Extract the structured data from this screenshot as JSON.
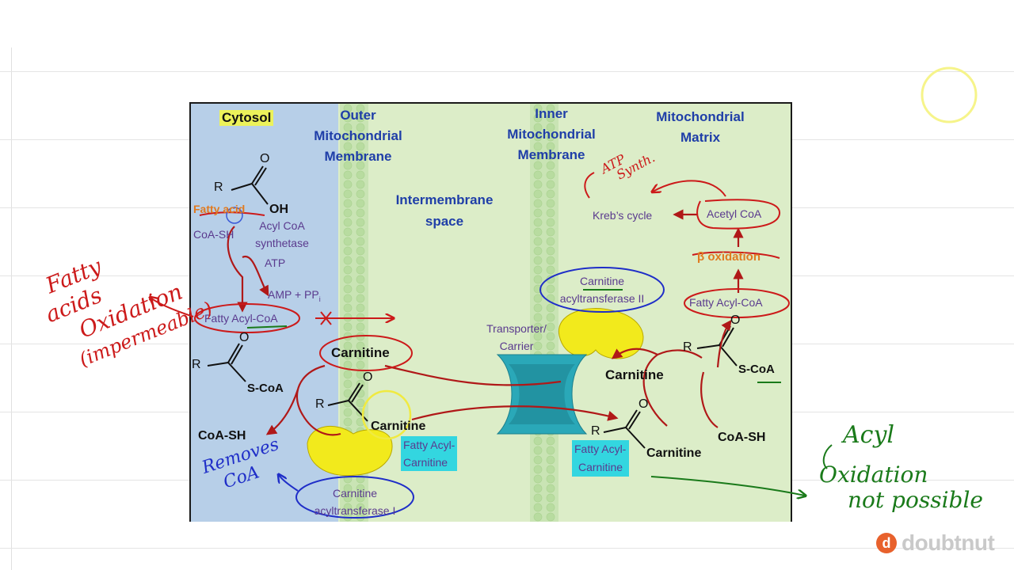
{
  "regions": {
    "cytosol": "Cytosol",
    "outer_membrane": [
      "Outer",
      "Mitochondrial",
      "Membrane"
    ],
    "intermembrane": [
      "Intermembrane",
      "space"
    ],
    "inner_membrane": [
      "Inner",
      "Mitochondrial",
      "Membrane"
    ],
    "matrix": [
      "Mitochondrial",
      "Matrix"
    ]
  },
  "cytosol": {
    "r_group": "R",
    "carbonyl_o": "O",
    "oh": "OH",
    "fatty_acid": "Fatty acid",
    "coa_sh_top": "CoA-SH",
    "enzyme1": [
      "Acyl CoA",
      "synthetase"
    ],
    "atp": "ATP",
    "amp_ppi": "AMP + PP",
    "ppi_sub": "i",
    "fatty_acyl_coa": "Fatty Acyl-CoA",
    "r_group_2": "R",
    "carbonyl_o_2": "O",
    "s_coa": "S-CoA",
    "coa_sh_bottom": "CoA-SH"
  },
  "outer_transfer": {
    "carnitine": "Carnitine",
    "r_group": "R",
    "carbonyl_o": "O",
    "carnitine_bound": "Carnitine",
    "fatty_acyl_carnitine": [
      "Fatty Acyl-",
      "Carnitine"
    ],
    "enzyme": [
      "Carnitine",
      "acyltransferase I"
    ]
  },
  "transporter": [
    "Transporter/",
    "Carrier"
  ],
  "inner_transfer": {
    "enzyme": [
      "Carnitine",
      "acyltransferase II"
    ],
    "carnitine": "Carnitine",
    "r_group": "R",
    "carbonyl_o": "O",
    "carnitine_bound": "Carnitine",
    "fatty_acyl_carnitine": [
      "Fatty Acyl-",
      "Carnitine"
    ]
  },
  "matrix": {
    "r_group": "R",
    "carbonyl_o": "O",
    "s_coa": "S-CoA",
    "coa_sh": "CoA-SH",
    "fatty_acyl_coa": "Fatty Acyl-CoA",
    "beta_oxidation": "β oxidation",
    "acetyl_coa": "Acetyl CoA",
    "krebs": "Kreb’s cycle"
  },
  "handwritten": {
    "left_note": [
      "Fatty",
      "acids",
      "Oxidation",
      "(impermeable)"
    ],
    "removes_coa": [
      "Removes",
      "CoA"
    ],
    "atp_synth": [
      "ATP",
      "Synth."
    ],
    "acyl": "Acyl",
    "oxidation_not_possible": [
      "Oxidation",
      "not possible"
    ]
  },
  "watermark": {
    "mark": "d",
    "word": "doubtnut"
  },
  "colors": {
    "cytosol_bg": "#b7cfe8",
    "membrane_bg": "#dcedc8",
    "label_blue": "#1f3ea8",
    "enzyme_purple": "#5a3a8e",
    "fatty_acid_orange": "#e07a1f",
    "arrow_red": "#b01818",
    "annotation_red": "#cc1a1a",
    "annotation_blue": "#1f2ec8",
    "annotation_green": "#1a7a1a",
    "transporter_teal": "#2aa8b8",
    "enzyme_yellow": "#f2ea1c"
  }
}
